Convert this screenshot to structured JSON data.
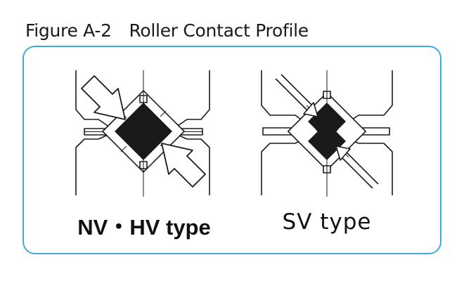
{
  "figure": {
    "title": "Figure A-2　Roller Contact Profile"
  },
  "diagrams": [
    {
      "label": "NV・HV type"
    },
    {
      "label": "SV type"
    }
  ],
  "colors": {
    "frame_border": "#3fa9e0",
    "line": "#1a1a1a",
    "roller_fill": "#1a1a1a",
    "background": "#ffffff"
  }
}
